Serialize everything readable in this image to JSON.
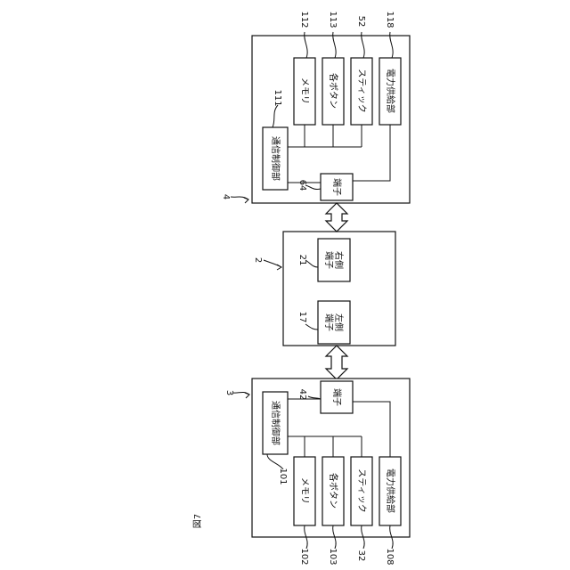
{
  "figure_label": "図7",
  "labels": {
    "r4": "4",
    "r2": "2",
    "r3": "3",
    "r111": "111",
    "r112": "112",
    "r113": "113",
    "r52": "52",
    "r118": "118",
    "r64": "64",
    "r21": "21",
    "r17": "17",
    "r42": "42",
    "r101": "101",
    "r102": "102",
    "r103": "103",
    "r32": "32",
    "r108": "108"
  },
  "right_controller": {
    "comm": "通信制御部",
    "memory": "メモリ",
    "buttons": "各ボタン",
    "stick": "スティック",
    "power": "電力供給部",
    "terminal": "端子"
  },
  "main_unit": {
    "right_terminal": [
      "右側",
      "端子"
    ],
    "left_terminal": [
      "左側",
      "端子"
    ]
  },
  "left_controller": {
    "comm": "通信制御部",
    "memory": "メモリ",
    "buttons": "各ボタン",
    "stick": "スティック",
    "power": "電力供給部",
    "terminal": "端子"
  }
}
